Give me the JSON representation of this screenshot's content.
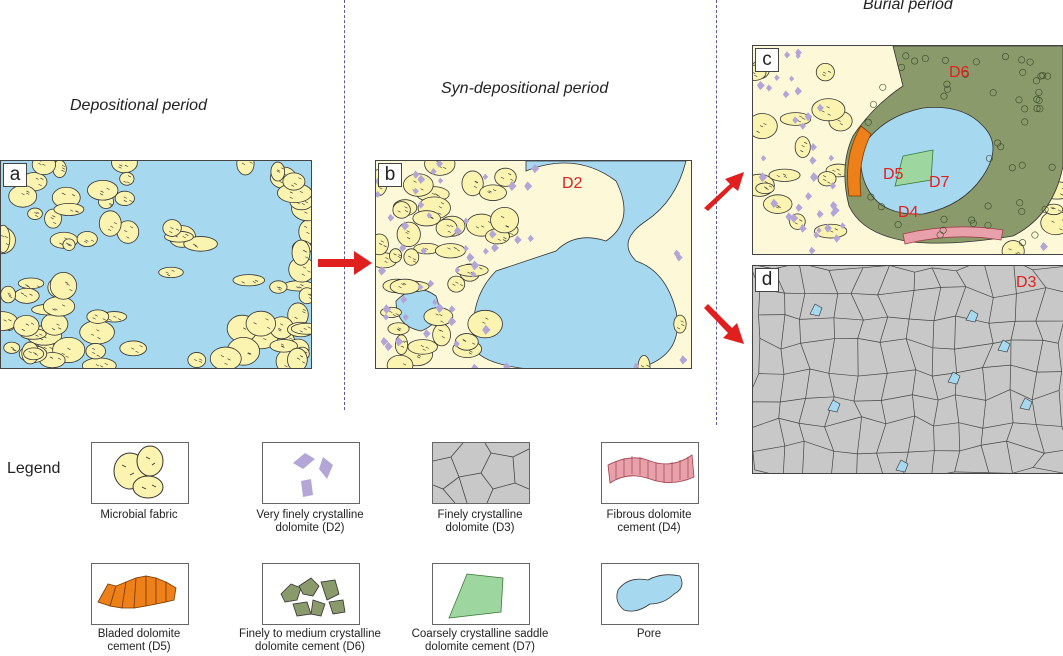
{
  "periods": {
    "depositional": "Depositional period",
    "syn_depositional": "Syn-depositional period",
    "burial": "Burial period"
  },
  "panels": {
    "a": "a",
    "b": "b",
    "c": "c",
    "d": "d"
  },
  "annotations": {
    "b_d2": "D2",
    "c_d6": "D6",
    "c_d5": "D5",
    "c_d7": "D7",
    "c_d4": "D4",
    "d_d3": "D3"
  },
  "legend": {
    "title": "Legend",
    "items": [
      {
        "label_line1": "Microbial fabric",
        "label_line2": "",
        "kind": "microbial"
      },
      {
        "label_line1": "Very finely crystalline",
        "label_line2": "dolomite (D2)",
        "kind": "d2"
      },
      {
        "label_line1": "Finely crystalline",
        "label_line2": "dolomite (D3)",
        "kind": "d3"
      },
      {
        "label_line1": "Fibrous dolomite",
        "label_line2": "cement (D4)",
        "kind": "d4"
      },
      {
        "label_line1": "Bladed dolomite",
        "label_line2": "cement (D5)",
        "kind": "d5"
      },
      {
        "label_line1": "Finely to medium crystalline",
        "label_line2": "dolomite cement (D6)",
        "kind": "d6"
      },
      {
        "label_line1": "Coarsely crystalline saddle",
        "label_line2": "dolomite cement (D7)",
        "kind": "d7"
      },
      {
        "label_line1": "Pore",
        "label_line2": "",
        "kind": "pore"
      }
    ]
  },
  "colors": {
    "pore": "#a6d8f0",
    "microbial": "#fbf3b0",
    "microbial_matrix": "#fdf9d8",
    "d2": "#b3a6d6",
    "d3": "#c8c8c8",
    "d4": "#e8a1aa",
    "d5": "#ee8019",
    "d6": "#8a9a6a",
    "d7": "#9ed6a0",
    "arrow": "#e0201f",
    "divider": "#5a5a9a"
  }
}
